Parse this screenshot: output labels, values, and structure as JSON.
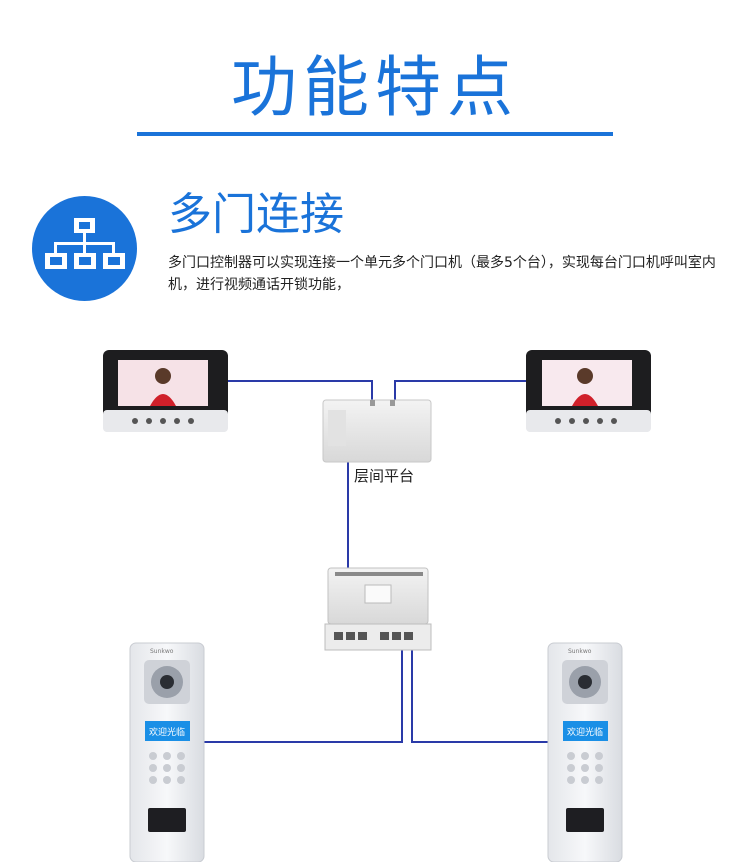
{
  "page": {
    "title": "功能特点",
    "accent_color": "#1a73d9",
    "line_color": "#2233aa"
  },
  "feature": {
    "icon": "network-topology-icon",
    "title": "多门连接",
    "description": "多门口控制器可以实现连接一个单元多个门口机（最多5个台），实现每台门口机呼叫室内机，进行视频通话开锁功能，"
  },
  "diagram": {
    "hub_label": "层间平台",
    "outdoor_panel_screen_text": "欢迎光临",
    "outdoor_panel_brand": "Sunkwo"
  }
}
